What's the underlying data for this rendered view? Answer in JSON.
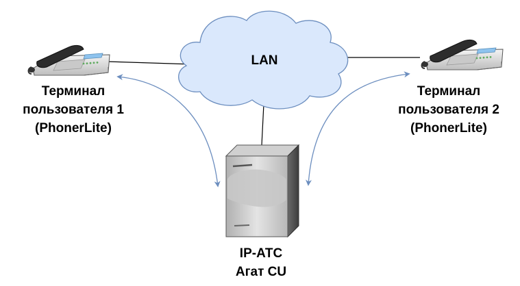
{
  "diagram": {
    "cloud": {
      "label": "LAN",
      "fill": "#dae8fc",
      "stroke": "#6c8ebf"
    },
    "terminal_left": {
      "line1": "Терминал",
      "line2": "пользователя 1",
      "line3": "(PhonerLite)"
    },
    "terminal_right": {
      "line1": "Терминал",
      "line2": "пользователя 2",
      "line3": "(PhonerLite)"
    },
    "server": {
      "line1": "IP-АТС",
      "line2": "Агат CU"
    },
    "colors": {
      "arrow": "#6c8ebf",
      "link": "#000000"
    }
  }
}
